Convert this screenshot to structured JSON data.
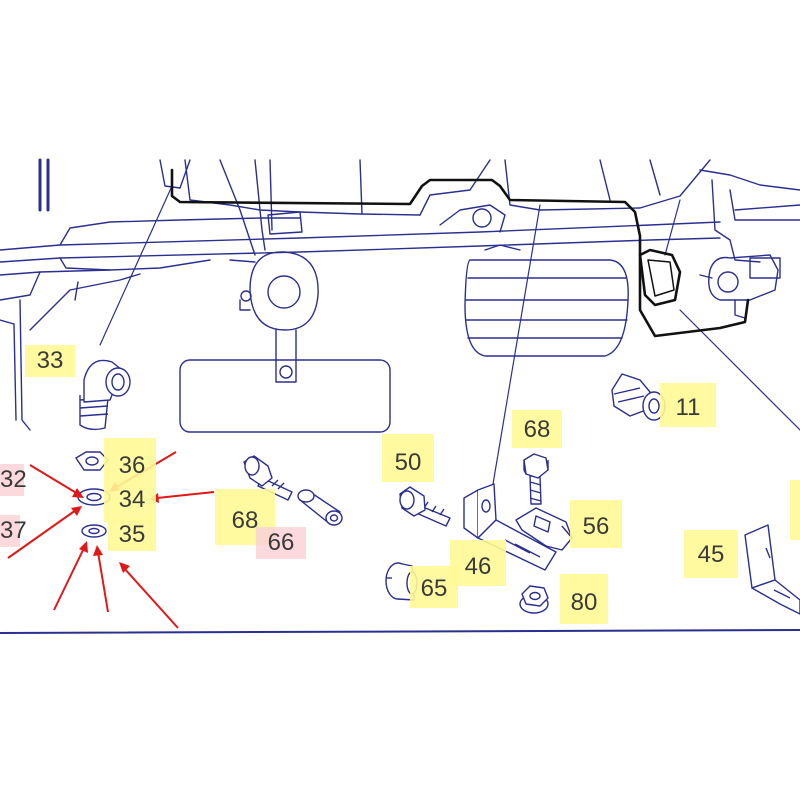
{
  "colors": {
    "line": "#2b2f8f",
    "highlight_yellow": "#fff896",
    "highlight_pink": "#fad2d7",
    "arrow": "#e01818",
    "text": "#3a3a3a"
  },
  "callouts": {
    "n33": "33",
    "n36": "36",
    "n34": "34",
    "n35": "35",
    "n32": "32",
    "n37": "37",
    "n68a": "68",
    "n66": "66",
    "n50": "50",
    "n68b": "68",
    "n56": "56",
    "n46": "46",
    "n65": "65",
    "n80": "80",
    "n11": "11",
    "n45": "45"
  }
}
